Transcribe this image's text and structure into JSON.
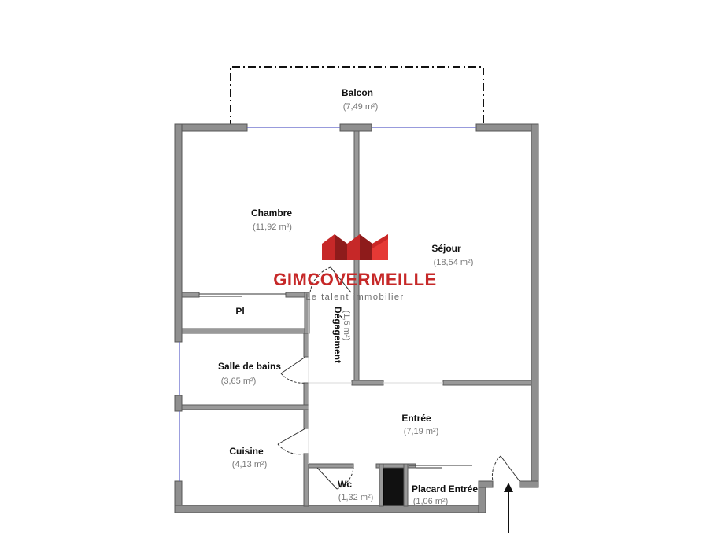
{
  "rooms": {
    "balcon": {
      "name": "Balcon",
      "area": "(7,49 m²)"
    },
    "chambre": {
      "name": "Chambre",
      "area": "(11,92 m²)"
    },
    "sejour": {
      "name": "Séjour",
      "area": "(18,54 m²)"
    },
    "placard": {
      "name": "Pl"
    },
    "degagement": {
      "name": "Dégagement",
      "area": "(1,5 m²)"
    },
    "salle_bains": {
      "name": "Salle de bains",
      "area": "(3,65 m²)"
    },
    "entree": {
      "name": "Entrée",
      "area": "(7,19 m²)"
    },
    "cuisine": {
      "name": "Cuisine",
      "area": "(4,13 m²)"
    },
    "wc": {
      "name": "Wc",
      "area": "(1,32 m²)"
    },
    "placard_entree": {
      "name": "Placard Entrée",
      "area": "(1,06 m²)"
    }
  },
  "watermark": {
    "brand": "GIMCOVERMEILLE",
    "tagline": "Le talent immobilier",
    "colors": {
      "red": "#c62828",
      "light_red": "#e53935",
      "dark_red": "#8e1b1b"
    }
  }
}
